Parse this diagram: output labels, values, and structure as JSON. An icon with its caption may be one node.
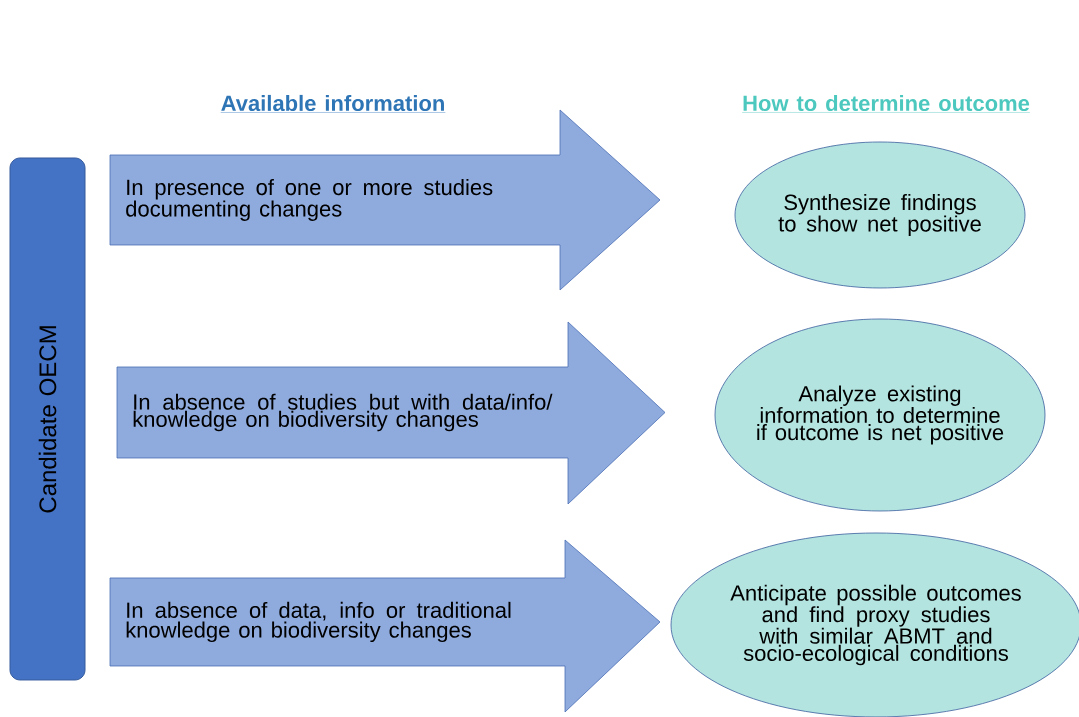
{
  "diagram": {
    "nodes": [
      {
        "text": [
          "Candidate OECM"
        ]
      },
      {
        "text": [
          "In presence of one or more studies documenting changes"
        ]
      },
      {
        "text": [
          "In absence of studies but with data/info/ knowledge on biodiversity changes"
        ]
      },
      {
        "text": [
          "In absence of data, info or traditional knowledge on biodiversity changes"
        ]
      },
      {
        "text": [
          "Synthesize findings to show net positive"
        ]
      },
      {
        "text": [
          "Analyze existing information to determine if outcome is net positive"
        ]
      },
      {
        "text": [
          "Anticipate possible outcomes and find proxy studies with similar ABMT and socio-ecological conditions"
        ]
      }
    ],
    "labels": [
      "Available information",
      "How to determine outcome"
    ]
  }
}
